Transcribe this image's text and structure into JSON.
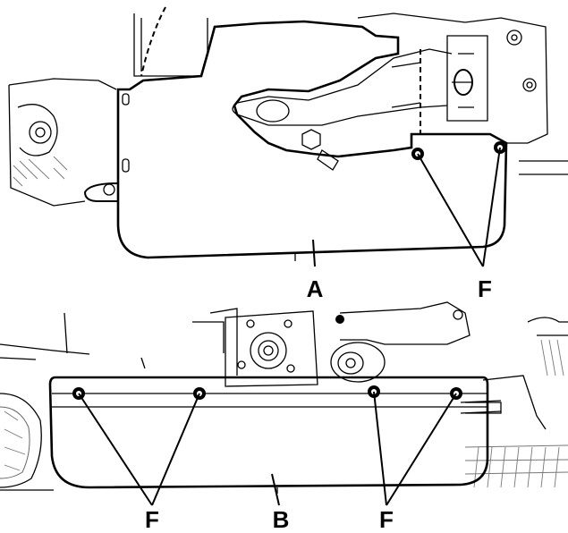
{
  "callouts": {
    "shield_top": "A",
    "shield_bottom": "B",
    "fastener_top": "F",
    "fastener_bottom_left": "F",
    "fastener_bottom_right": "F"
  }
}
